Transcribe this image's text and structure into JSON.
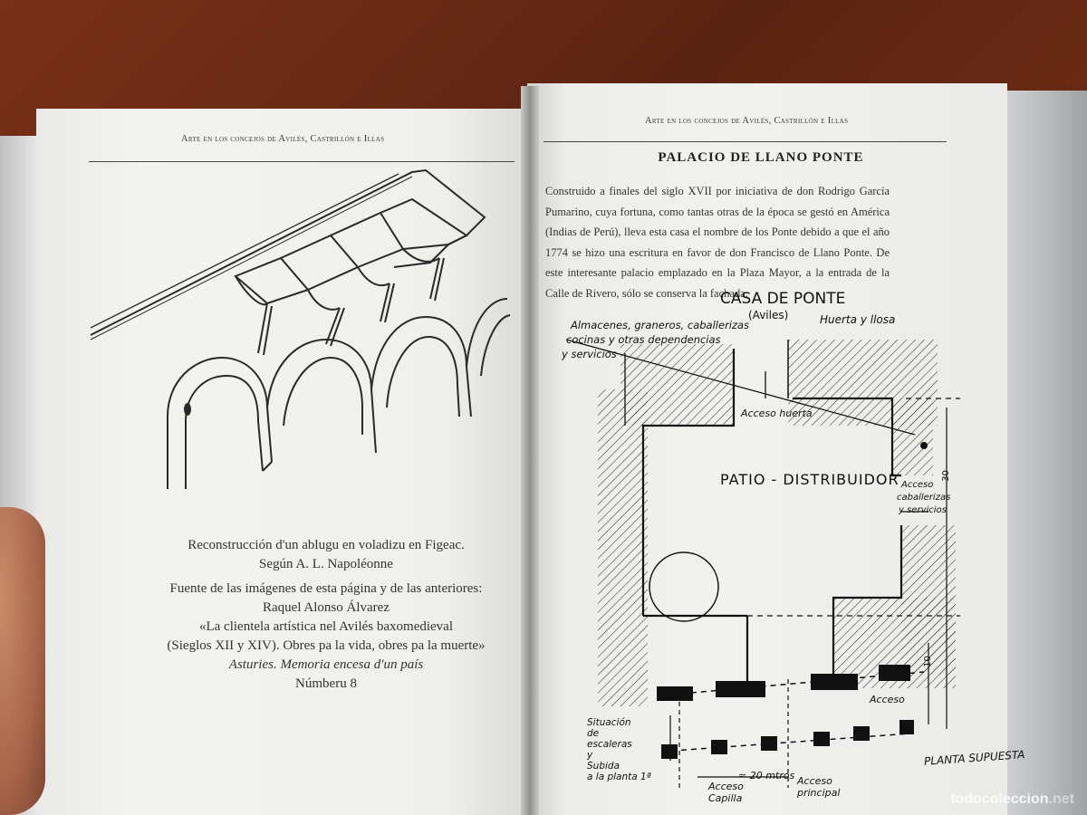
{
  "left_page": {
    "running_head": "Arte en los concejos de Avilés, Castrillón e Illas",
    "caption_line1": "Reconstrucción d'un ablugu en voladizu en Figeac.",
    "caption_line2": "Según A. L. Napoléonne",
    "source_line1": "Fuente de las imágenes de esta página y de las anteriores:",
    "source_line2": "Raquel Alonso Álvarez",
    "source_line3": "«La clientela artística nel Avilés baxomedieval",
    "source_line4": "(Sieglos XII y XIV). Obres pa la vida, obres pa la muerte»",
    "source_line5": "Asturies. Memoria encesa d'un país",
    "source_line6": "Númberu 8"
  },
  "right_page": {
    "running_head": "Arte en los concejos de Avilés, Castrillón e Illas",
    "title": "PALACIO DE LLANO PONTE",
    "paragraph": "Construido a finales del siglo XVII por iniciativa de don Rodrigo García Pumarino, cuya fortuna, como tantas otras de la época se gestó en América (Indias de Perú), lleva esta casa el nombre de los Ponte debido a que el año 1774 se hizo una escritura en favor de don Francisco de Llano Ponte. De este interesante palacio emplazado en la Plaza Mayor, a la entrada de la Calle de Rivero, sólo se conserva la fachada."
  },
  "plan": {
    "title": "CASA DE PONTE",
    "subtitle": "(Aviles)",
    "huerta": "Huerta y llosa",
    "almacenes_1": "Almacenes, graneros, caballerizas",
    "almacenes_2": "cocinas y otras dependencias",
    "almacenes_3": "y servicios",
    "acceso_huerta": "Acceso huerta",
    "patio": "PATIO - DISTRIBUIDOR",
    "acceso_cab_1": "Acceso",
    "acceso_cab_2": "caballerizas",
    "acceso_cab_3": "y servicios",
    "acceso": "Acceso",
    "situacion_1": "Situación",
    "situacion_2": "de",
    "situacion_3": "escaleras",
    "situacion_4": "y",
    "situacion_5": "Subida",
    "situacion_6": "a la planta 1ª",
    "planta": "PLANTA SUPUESTA",
    "medida": "≈ 20 mtros",
    "acceso_capilla_1": "Acceso",
    "acceso_capilla_2": "Capilla",
    "acceso_principal_1": "Acceso",
    "acceso_principal_2": "principal",
    "dim_30": "30",
    "dim_10": "10"
  },
  "watermark": {
    "brand": "todocoleccion",
    "suffix": ".net"
  }
}
